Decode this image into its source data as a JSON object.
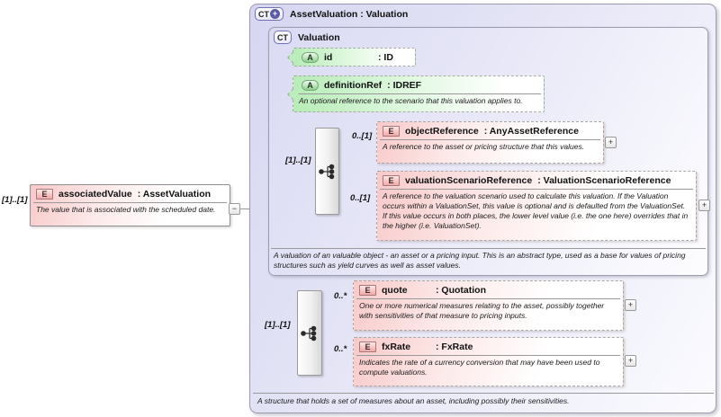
{
  "palette": {
    "element_pink": "#f8c9c9",
    "attribute_green": "#b7ecb7",
    "complex_type_lavender": "#d6d6f1",
    "ct_border_blue": "#7272bb",
    "line_gray": "#999999"
  },
  "root_element": {
    "occurs": "[1]..[1]",
    "badge": "E",
    "name": "associatedValue",
    "type": ": AssetValuation",
    "annotation": "The value that is associated with the scheduled date.",
    "collapse_label": "−"
  },
  "outer_type": {
    "badge": "CT",
    "badge_plus": "+",
    "title": "AssetValuation : Valuation",
    "annotation": "A structure that holds a set of measures about an asset, including possibly their sensitivities.",
    "base": {
      "badge": "CT",
      "title": "Valuation",
      "annotation": "A valuation of an valuable object - an asset or a pricing input. This is an abstract type, used as a base for values of pricing structures such as yield curves as well as asset values.",
      "attributes": [
        {
          "badge": "A",
          "name": "id",
          "type": ": ID"
        },
        {
          "badge": "A",
          "name": "definitionRef",
          "type": ": IDREF",
          "annotation": "An optional reference to the scenario that this valuation applies to."
        }
      ],
      "sequence": {
        "occurs": "[1]..[1]",
        "elements": [
          {
            "occurs": "0..[1]",
            "badge": "E",
            "name": "objectReference",
            "type": ": AnyAssetReference",
            "annotation": "A reference to the asset or pricing structure that this values.",
            "expand_label": "+"
          },
          {
            "occurs": "0..[1]",
            "badge": "E",
            "name": "valuationScenarioReference",
            "type": ": ValuationScenarioReference",
            "annotation": "A reference to the valuation scenario used to calculate this valuation. If the Valuation occurs within a ValuationSet, this value is optional and is defaulted from the ValuationSet. If this value occurs in both places, the lower level value (i.e. the one here) overrides that in the higher (i.e. ValuationSet).",
            "expand_label": "+"
          }
        ]
      }
    },
    "extension_sequence": {
      "occurs": "[1]..[1]",
      "elements": [
        {
          "occurs": "0..*",
          "badge": "E",
          "name": "quote",
          "type": ": Quotation",
          "annotation": "One or more numerical measures relating to the asset, possibly together with sensitivities of that measure to pricing inputs.",
          "expand_label": "+"
        },
        {
          "occurs": "0..*",
          "badge": "E",
          "name": "fxRate",
          "type": ": FxRate",
          "annotation": "Indicates the rate of a currency conversion that may have been used to compute valuations.",
          "expand_label": "+"
        }
      ]
    }
  }
}
